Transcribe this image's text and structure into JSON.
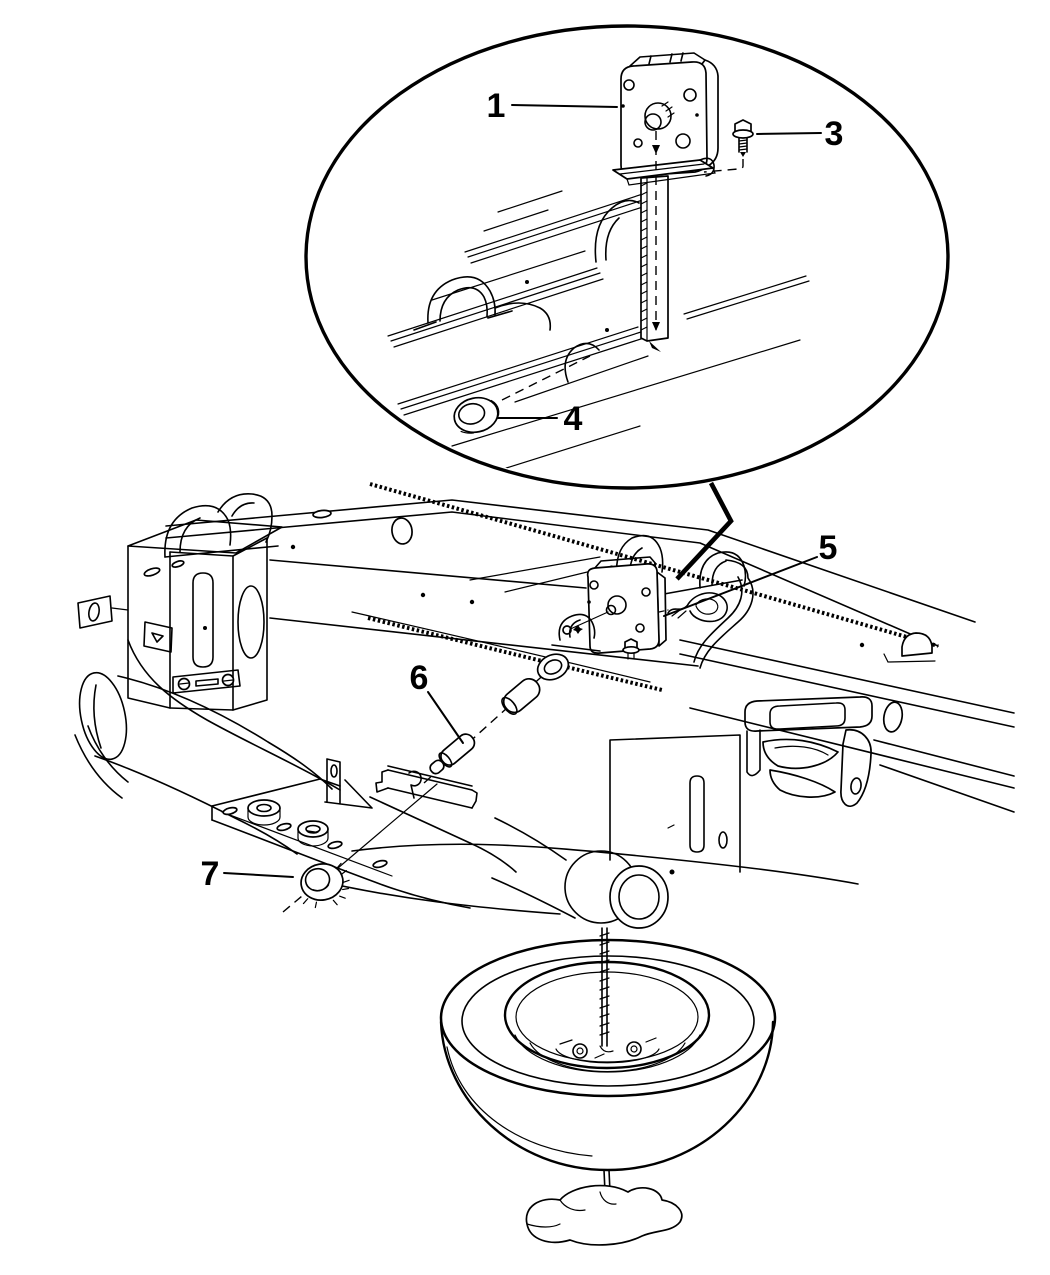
{
  "figure": {
    "type": "exploded-parts-line-drawing",
    "background_color": "#ffffff",
    "line_color": "#000000",
    "callouts": [
      {
        "number": "1",
        "target": "spare-wheel-winch-detail"
      },
      {
        "number": "3",
        "target": "winch-mounting-bolt"
      },
      {
        "number": "4",
        "target": "bed-floor-grommet"
      },
      {
        "number": "5",
        "target": "winch-on-crossmember"
      },
      {
        "number": "6",
        "target": "winch-extension-stud"
      },
      {
        "number": "7",
        "target": "access-hole-plug"
      }
    ]
  }
}
